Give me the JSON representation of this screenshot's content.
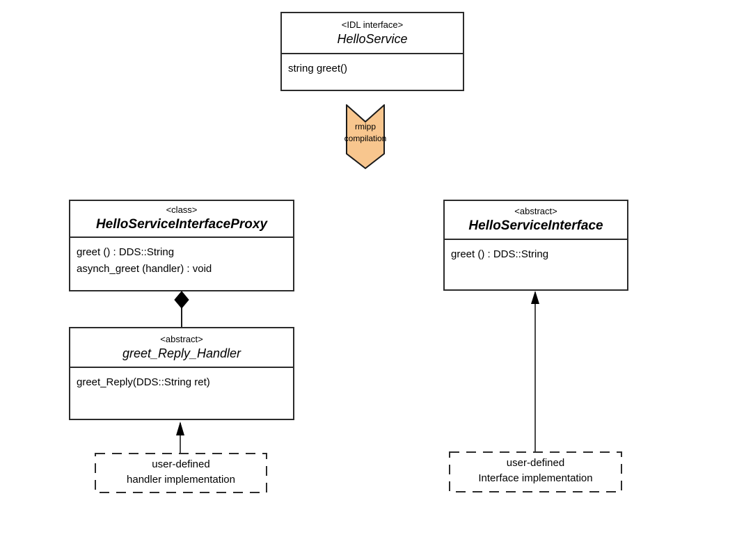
{
  "diagram": {
    "idl_box": {
      "stereotype": "<IDL interface>",
      "name": "HelloService",
      "methods": [
        "string greet()"
      ]
    },
    "chevron": {
      "line1": "rmipp",
      "line2": "compilation"
    },
    "proxy_box": {
      "stereotype": "<class>",
      "name": "HelloServiceInterfaceProxy",
      "methods": [
        "greet () : DDS::String",
        "asynch_greet (handler) : void"
      ]
    },
    "interface_box": {
      "stereotype": "<abstract>",
      "name": "HelloServiceInterface",
      "methods": [
        "greet () : DDS::String"
      ]
    },
    "handler_box": {
      "stereotype": "<abstract>",
      "name": "greet_Reply_Handler",
      "methods": [
        "greet_Reply(DDS::String ret)"
      ]
    },
    "handler_impl": {
      "line1": "user-defined",
      "line2": "handler implementation"
    },
    "interface_impl": {
      "line1": "user-defined",
      "line2": "Interface implementation"
    },
    "colors": {
      "chevron_fill": "#F8C68E",
      "line": "#2b2b2b"
    }
  }
}
